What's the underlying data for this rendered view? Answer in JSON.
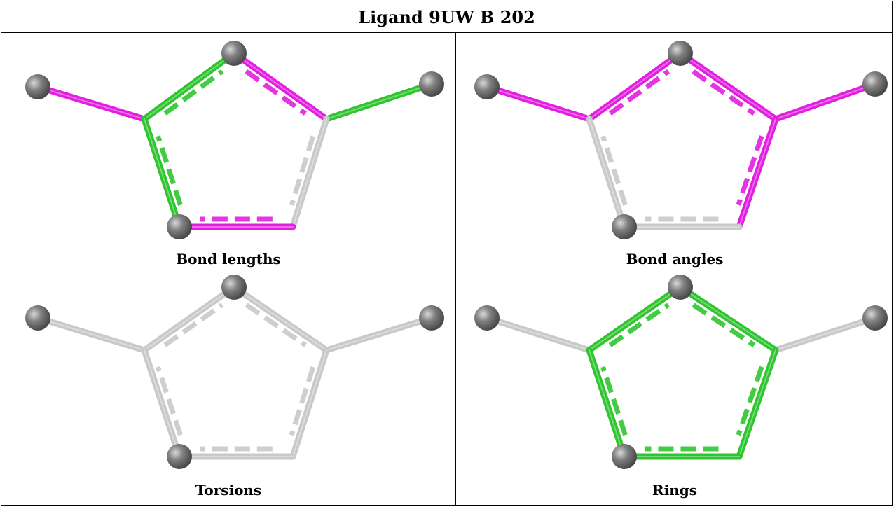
{
  "header": {
    "title": "Ligand 9UW B 202"
  },
  "colors": {
    "outlier": "#e21ee0",
    "good": "#2fc52f",
    "neutral": "#c9c9c9",
    "atom": "#808080"
  },
  "panels": [
    {
      "caption": "Bond lengths",
      "bonds": [
        "outlier",
        "good",
        "outlier",
        "good",
        "neutral",
        "outlier",
        "good"
      ]
    },
    {
      "caption": "Bond angles",
      "bonds": [
        "outlier",
        "outlier",
        "outlier",
        "outlier",
        "outlier",
        "neutral",
        "neutral"
      ]
    },
    {
      "caption": "Torsions",
      "bonds": [
        "neutral",
        "neutral",
        "neutral",
        "neutral",
        "neutral",
        "neutral",
        "neutral"
      ]
    },
    {
      "caption": "Rings",
      "bonds": [
        "neutral",
        "good",
        "good",
        "neutral",
        "good",
        "good",
        "good"
      ]
    }
  ]
}
